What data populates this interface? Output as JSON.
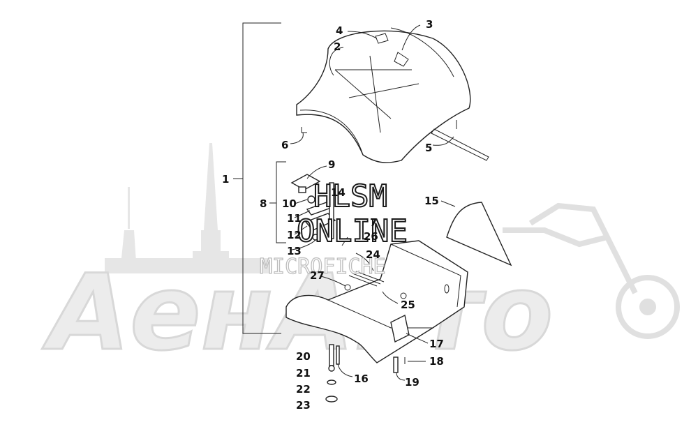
{
  "callouts": [
    {
      "label": "1"
    },
    {
      "label": "2"
    },
    {
      "label": "3"
    },
    {
      "label": "4"
    },
    {
      "label": "5"
    },
    {
      "label": "6"
    },
    {
      "label": "7"
    },
    {
      "label": "8"
    },
    {
      "label": "9"
    },
    {
      "label": "10"
    },
    {
      "label": "11"
    },
    {
      "label": "12"
    },
    {
      "label": "13"
    },
    {
      "label": "14"
    },
    {
      "label": "15"
    },
    {
      "label": "16"
    },
    {
      "label": "17"
    },
    {
      "label": "18"
    },
    {
      "label": "19"
    },
    {
      "label": "20"
    },
    {
      "label": "21"
    },
    {
      "label": "22"
    },
    {
      "label": "23"
    },
    {
      "label": "24"
    },
    {
      "label": "25"
    },
    {
      "label": "26"
    },
    {
      "label": "27"
    }
  ],
  "watermark": {
    "line1": "HLSM",
    "line2": "ONLINE",
    "line3": "MICROFICHE",
    "brand": "АенАвто",
    "color": "#d8d8d8"
  }
}
